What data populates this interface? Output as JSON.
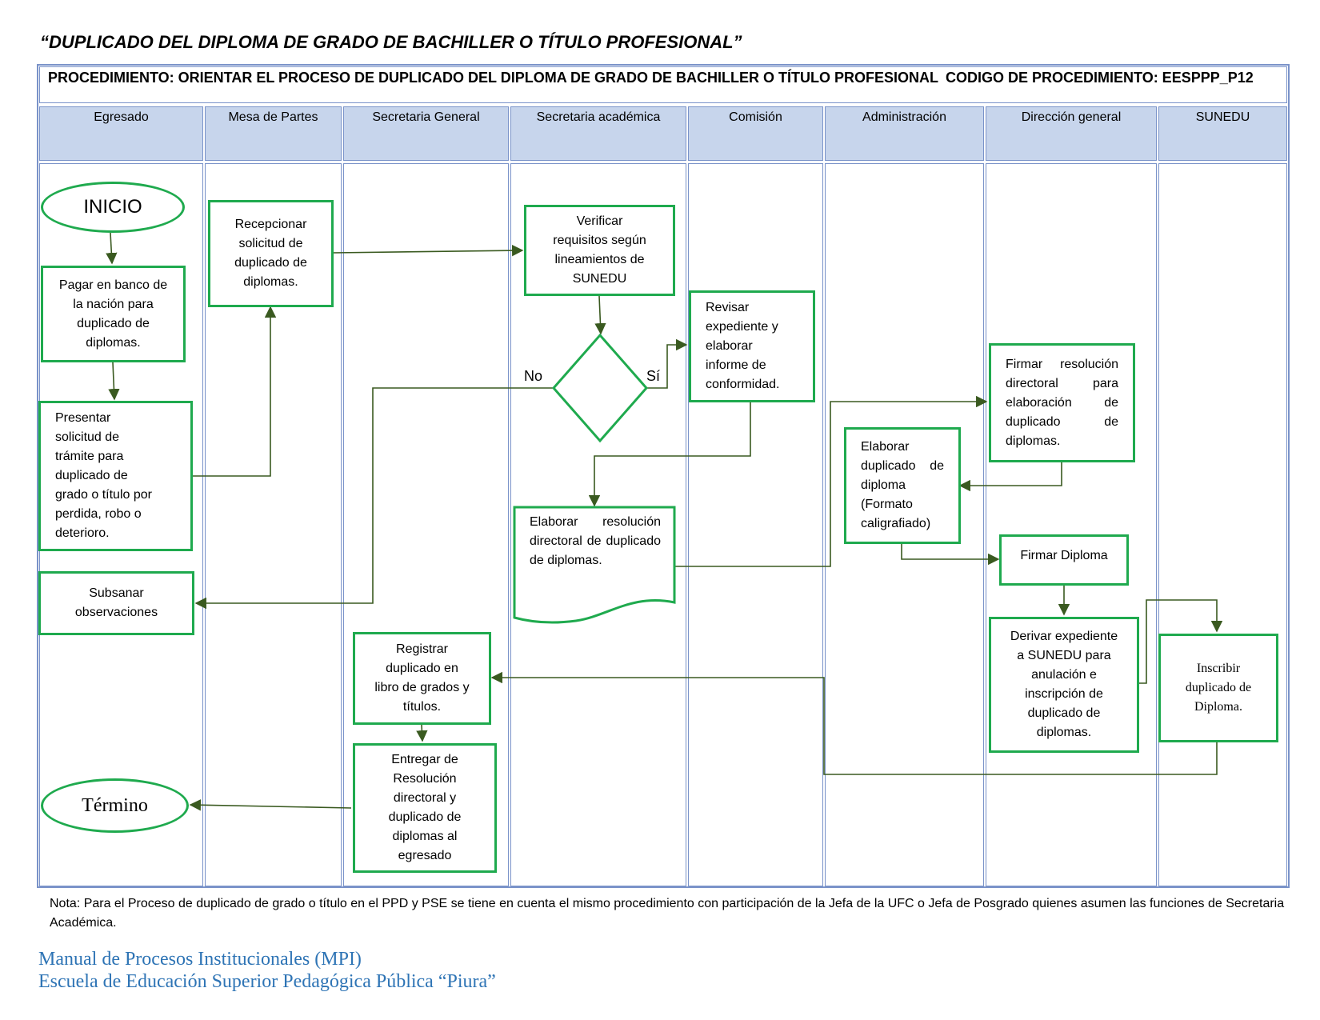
{
  "document": {
    "title": "“DUPLICADO DEL DIPLOMA DE GRADO DE BACHILLER O TÍTULO PROFESIONAL”",
    "procedure_label": "PROCEDIMIENTO: ORIENTAR EL PROCESO DE DUPLICADO DEL DIPLOMA DE GRADO DE BACHILLER O TÍTULO PROFESIONAL",
    "procedure_code": "CODIGO DE PROCEDIMIENTO: EESPPP_P12"
  },
  "lanes": [
    "Egresado",
    "Mesa de Partes",
    "Secretaria General",
    "Secretaria académica",
    "Comisión",
    "Administración",
    "Dirección general",
    "SUNEDU"
  ],
  "nodes": {
    "inicio": "INICIO",
    "pagar": "Pagar en banco de\nla nación para\nduplicado de\ndiplomas.",
    "presentar": "Presentar\nsolicitud de\ntrámite para\nduplicado de\ngrado o título por\nperdida, robo o\ndeterioro.",
    "subsanar": "Subsanar\nobservaciones",
    "termino": "Término",
    "recepcionar": "Recepcionar\nsolicitud de\nduplicado de\ndiplomas.",
    "registrar": "Registrar\nduplicado en\nlibro de grados y\ntítulos.",
    "entregar": "Entregar de\nResolución\ndirectoral y\nduplicado de\ndiplomas al\negresado",
    "verificar": "Verificar\nrequisitos según\nlineamientos de\nSUNEDU",
    "elaborar_resolucion": "Elaborar resolución directoral de duplicado de diplomas.",
    "revisar": "Revisar\nexpediente y\nelaborar\ninforme de\nconformidad.",
    "elaborar_duplicado": "Elaborar duplicado de diploma (Formato caligrafiado)",
    "firmar_resolucion": "Firmar resolución directoral para elaboración de duplicado de diplomas.",
    "firmar_diploma": "Firmar Diploma",
    "derivar": "Derivar expediente\na SUNEDU para\nanulación e\ninscripción de\nduplicado de\ndiplomas.",
    "inscribir": "Inscribir\nduplicado de\nDiploma."
  },
  "decision": {
    "no": "No",
    "si": "Sí"
  },
  "note": "Nota: Para el Proceso de duplicado de grado o título en el PPD y PSE   se tiene en cuenta el mismo procedimiento con participación de la Jefa de la UFC o Jefa de Posgrado quienes asumen las funciones de Secretaria Académica.",
  "footer": {
    "line1": "Manual de Procesos Institucionales (MPI)",
    "line2": "Escuela de Educación Superior Pedagógica Pública “Piura”"
  },
  "colors": {
    "node_border": "#1faa4e",
    "lane_header": "#c7d5ec",
    "lane_border": "#7a93c9",
    "arrow": "#3a5a20",
    "footer_text": "#2e74b5"
  }
}
